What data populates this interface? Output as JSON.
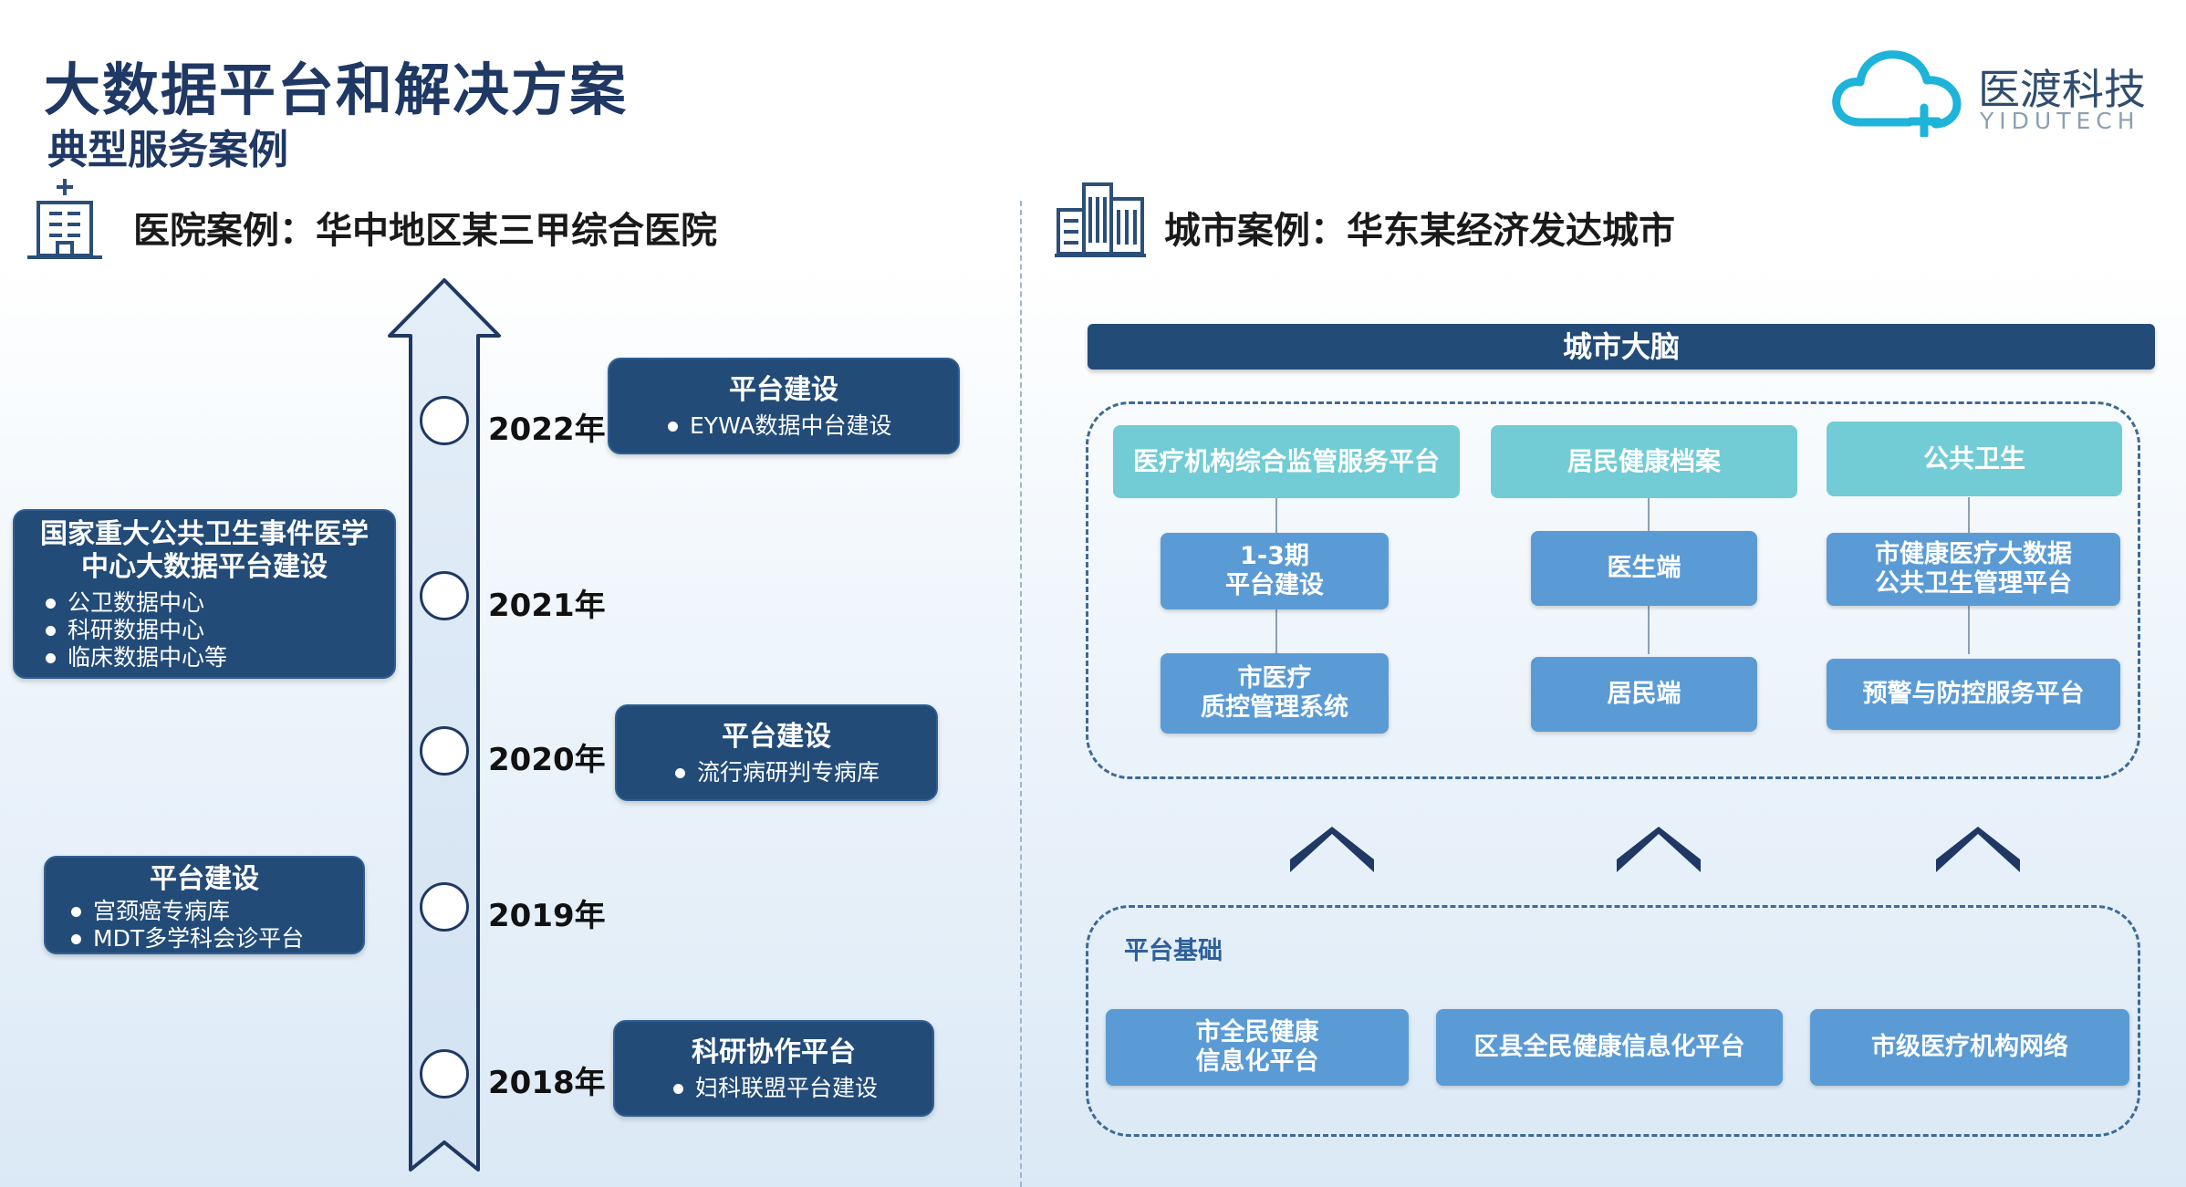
{
  "header": {
    "title": "大数据平台和解决方案",
    "subtitle": "典型服务案例",
    "logo_cn": "医渡科技",
    "logo_en": "YIDUTECH"
  },
  "hospital": {
    "title": "医院案例：华中地区某三甲综合医院",
    "years": [
      "2022年",
      "2021年",
      "2020年",
      "2019年",
      "2018年"
    ],
    "boxes": [
      {
        "title": "平台建设",
        "items": [
          "EYWA数据中台建设"
        ]
      },
      {
        "title_lines": [
          "国家重大公共卫生事件医学",
          "中心大数据平台建设"
        ],
        "items": [
          "公卫数据中心",
          "科研数据中心",
          "临床数据中心等"
        ]
      },
      {
        "title": "平台建设",
        "items": [
          "流行病研判专病库"
        ]
      },
      {
        "title": "平台建设",
        "items": [
          "宫颈癌专病库",
          "MDT多学科会诊平台"
        ]
      },
      {
        "title": "科研协作平台",
        "items": [
          "妇科联盟平台建设"
        ]
      }
    ]
  },
  "city": {
    "title": "城市案例：华东某经济发达城市",
    "brain": "城市大脑",
    "columns": [
      {
        "header": "医疗机构综合监管服务平台",
        "items": [
          [
            "1-3期",
            "平台建设"
          ],
          [
            "市医疗",
            "质控管理系统"
          ]
        ]
      },
      {
        "header": "居民健康档案",
        "items": [
          [
            "医生端"
          ],
          [
            "居民端"
          ]
        ]
      },
      {
        "header": "公共卫生",
        "items": [
          [
            "市健康医疗大数据",
            "公共卫生管理平台"
          ],
          [
            "预警与防控服务平台"
          ]
        ]
      }
    ],
    "base": {
      "label": "平台基础",
      "items": [
        [
          "市全民健康",
          "信息化平台"
        ],
        [
          "区县全民健康信息化平台"
        ],
        [
          "市级医疗机构网络"
        ]
      ]
    }
  },
  "colors": {
    "dark_navy": "#224b78",
    "teal": "#72ccd5",
    "mid_blue": "#5b9bd5",
    "title_blue": "#1f3864",
    "logo_cyan": "#1eb3d9"
  }
}
